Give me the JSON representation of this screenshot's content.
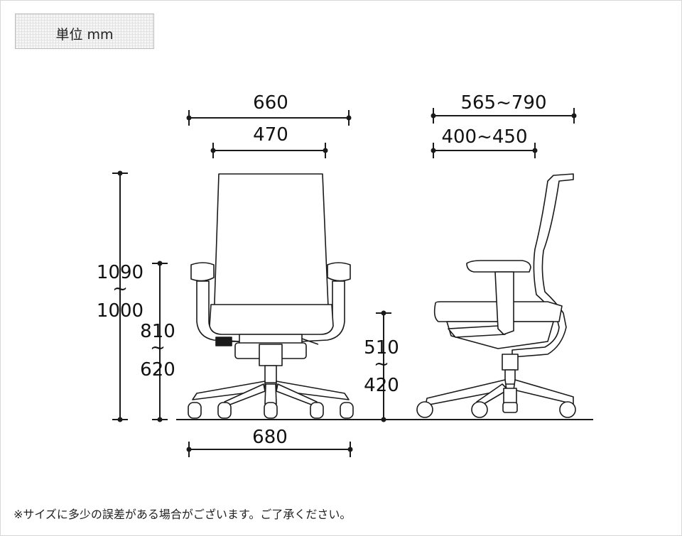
{
  "unit_label": "単位 mm",
  "front_view": {
    "overall_width": "660",
    "seat_width": "470",
    "base_width": "680",
    "total_height_max": "1090",
    "total_height_tilde": "~",
    "total_height_min": "1000",
    "armrest_height_max": "810",
    "armrest_height_tilde": "~",
    "armrest_height_min": "620"
  },
  "side_view": {
    "overall_depth": "565~790",
    "seat_depth": "400~450",
    "seat_height_max": "510",
    "seat_height_tilde": "~",
    "seat_height_min": "420"
  },
  "note": "※サイズに多少の誤差がある場合がございます。ご了承ください。",
  "colors": {
    "line": "#1a1a1a",
    "chair_fill": "#ffffff",
    "background": "#ffffff"
  }
}
